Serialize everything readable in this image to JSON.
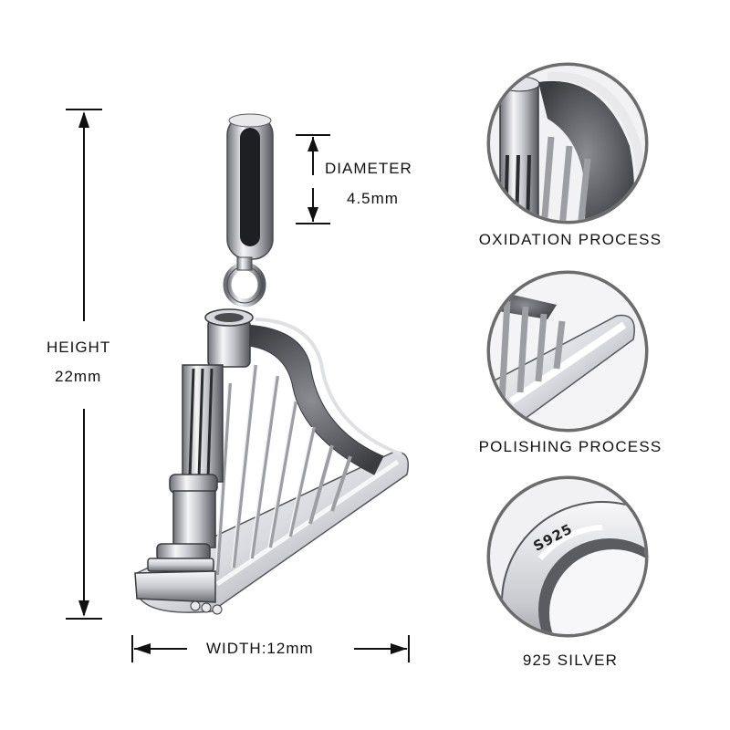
{
  "dimensions": {
    "height": {
      "label": "HEIGHT",
      "value": "22mm"
    },
    "diameter": {
      "label": "DIAMETER",
      "value": "4.5mm"
    },
    "width": {
      "label": "WIDTH:12mm"
    }
  },
  "details": [
    {
      "caption": "OXIDATION PROCESS"
    },
    {
      "caption": "POLISHING PROCESS"
    },
    {
      "caption": "925 SILVER",
      "stamp": "S925"
    }
  ],
  "colors": {
    "silver_light": "#f4f4f6",
    "silver_mid": "#b9bcc2",
    "silver_dark": "#3a3c40",
    "ring_border": "#6c6c6c"
  }
}
